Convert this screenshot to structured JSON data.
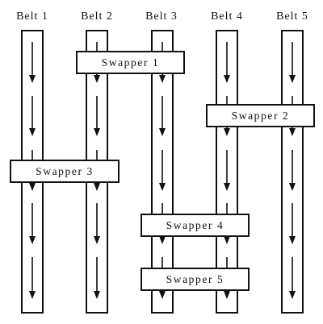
{
  "belts": [
    {
      "label": "Belt 1",
      "direction": "down"
    },
    {
      "label": "Belt 2",
      "direction": "down"
    },
    {
      "label": "Belt 3",
      "direction": "down"
    },
    {
      "label": "Belt 4",
      "direction": "down"
    },
    {
      "label": "Belt 5",
      "direction": "down"
    }
  ],
  "swappers": [
    {
      "label": "Swapper 1",
      "connects": [
        "Belt 2",
        "Belt 3"
      ]
    },
    {
      "label": "Swapper 2",
      "connects": [
        "Belt 4",
        "Belt 5"
      ]
    },
    {
      "label": "Swapper 3",
      "connects": [
        "Belt 1",
        "Belt 2"
      ]
    },
    {
      "label": "Swapper 4",
      "connects": [
        "Belt 3",
        "Belt 4"
      ]
    },
    {
      "label": "Swapper 5",
      "connects": [
        "Belt 3",
        "Belt 4"
      ]
    }
  ]
}
